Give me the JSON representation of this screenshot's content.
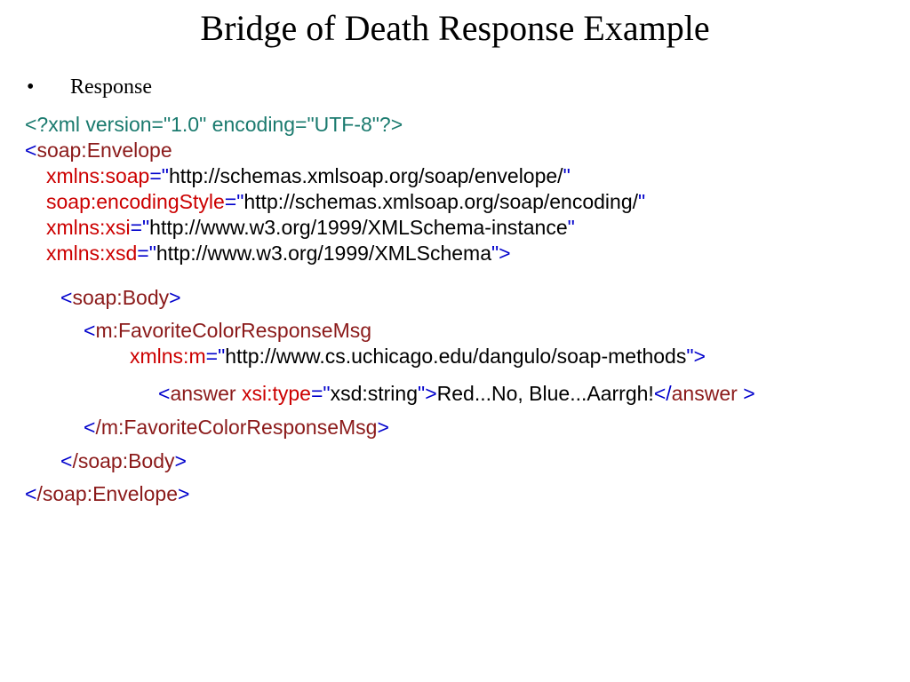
{
  "slide": {
    "title": "Bridge of Death Response Example",
    "bullet": "•",
    "bullet_text": "Response"
  },
  "code": {
    "xml_decl": "<?xml version=\"1.0\" encoding=\"UTF-8\"?>",
    "lt": "<",
    "gt": ">",
    "eq": "=",
    "quote": "\"",
    "close_lt": "</",
    "envelope_tag": "soap:Envelope",
    "attr_xmlns_soap": "xmlns:soap",
    "val_xmlns_soap": "http://schemas.xmlsoap.org/soap/envelope/",
    "attr_encoding_style": "soap:encodingStyle",
    "val_encoding_style": "http://schemas.xmlsoap.org/soap/encoding/",
    "attr_xmlns_xsi": "xmlns:xsi",
    "val_xmlns_xsi": "http://www.w3.org/1999/XMLSchema-instance",
    "attr_xmlns_xsd": "xmlns:xsd",
    "val_xmlns_xsd": "http://www.w3.org/1999/XMLSchema",
    "body_tag": "soap:Body",
    "response_tag": "m:FavoriteColorResponseMsg",
    "attr_xmlns_m": "xmlns:m",
    "val_xmlns_m": "http://www.cs.uchicago.edu/dangulo/soap-methods",
    "answer_tag": "answer",
    "attr_xsi_type": "xsi:type",
    "val_xsi_type": "xsd:string",
    "answer_content": "Red...No, Blue...Aarrgh!",
    "answer_close_tag": "answer ",
    "close_response_tag": "/m:FavoriteColorResponseMsg",
    "close_body_tag": "/soap:Body",
    "close_envelope_tag": "/soap:Envelope"
  },
  "colors": {
    "xml_declaration": "#1a7a6e",
    "punctuation": "#0000cc",
    "attribute_name": "#cc0000",
    "tag_name": "#8b1a1a",
    "text": "#000000"
  }
}
